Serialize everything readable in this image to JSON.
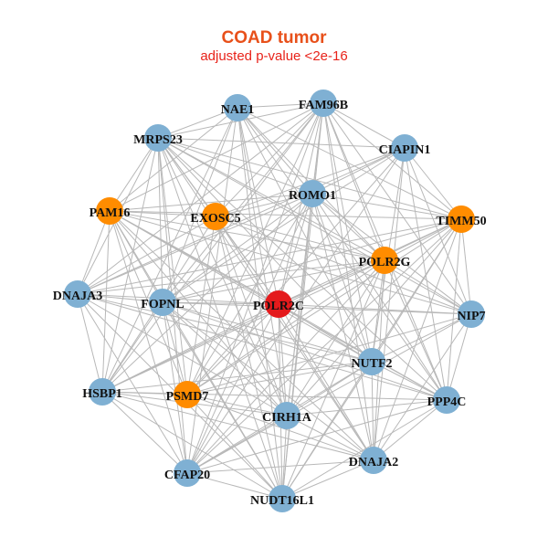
{
  "header": {
    "title": "COAD tumor",
    "subtitle": "adjusted p-value <2e-16",
    "title_color": "#e8501a",
    "subtitle_color": "#e8231a"
  },
  "legend_colors": {
    "center": "#e41a1c",
    "highlighted": "#ff8c00",
    "default": "#7fb0d3"
  },
  "network": {
    "center_node": "POLR2C",
    "nodes": [
      {
        "id": "NAE1",
        "label": "NAE1",
        "group": "default"
      },
      {
        "id": "FAM96B",
        "label": "FAM96B",
        "group": "default"
      },
      {
        "id": "MRPS23",
        "label": "MRPS23",
        "group": "default"
      },
      {
        "id": "CIAPIN1",
        "label": "CIAPIN1",
        "group": "default"
      },
      {
        "id": "ROMO1",
        "label": "ROMO1",
        "group": "default"
      },
      {
        "id": "PAM16",
        "label": "PAM16",
        "group": "highlighted"
      },
      {
        "id": "EXOSC5",
        "label": "EXOSC5",
        "group": "highlighted"
      },
      {
        "id": "TIMM50",
        "label": "TIMM50",
        "group": "highlighted"
      },
      {
        "id": "POLR2G",
        "label": "POLR2G",
        "group": "highlighted"
      },
      {
        "id": "DNAJA3",
        "label": "DNAJA3",
        "group": "default"
      },
      {
        "id": "FOPNL",
        "label": "FOPNL",
        "group": "default"
      },
      {
        "id": "POLR2C",
        "label": "POLR2C",
        "group": "center"
      },
      {
        "id": "NIP7",
        "label": "NIP7",
        "group": "default"
      },
      {
        "id": "NUTF2",
        "label": "NUTF2",
        "group": "default"
      },
      {
        "id": "HSBP1",
        "label": "HSBP1",
        "group": "default"
      },
      {
        "id": "PSMD7",
        "label": "PSMD7",
        "group": "highlighted"
      },
      {
        "id": "PPP4C",
        "label": "PPP4C",
        "group": "default"
      },
      {
        "id": "CIRH1A",
        "label": "CIRH1A",
        "group": "default"
      },
      {
        "id": "DNAJA2",
        "label": "DNAJA2",
        "group": "default"
      },
      {
        "id": "CFAP20",
        "label": "CFAP20",
        "group": "default"
      },
      {
        "id": "NUDT16L1",
        "label": "NUDT16L1",
        "group": "default"
      }
    ]
  }
}
